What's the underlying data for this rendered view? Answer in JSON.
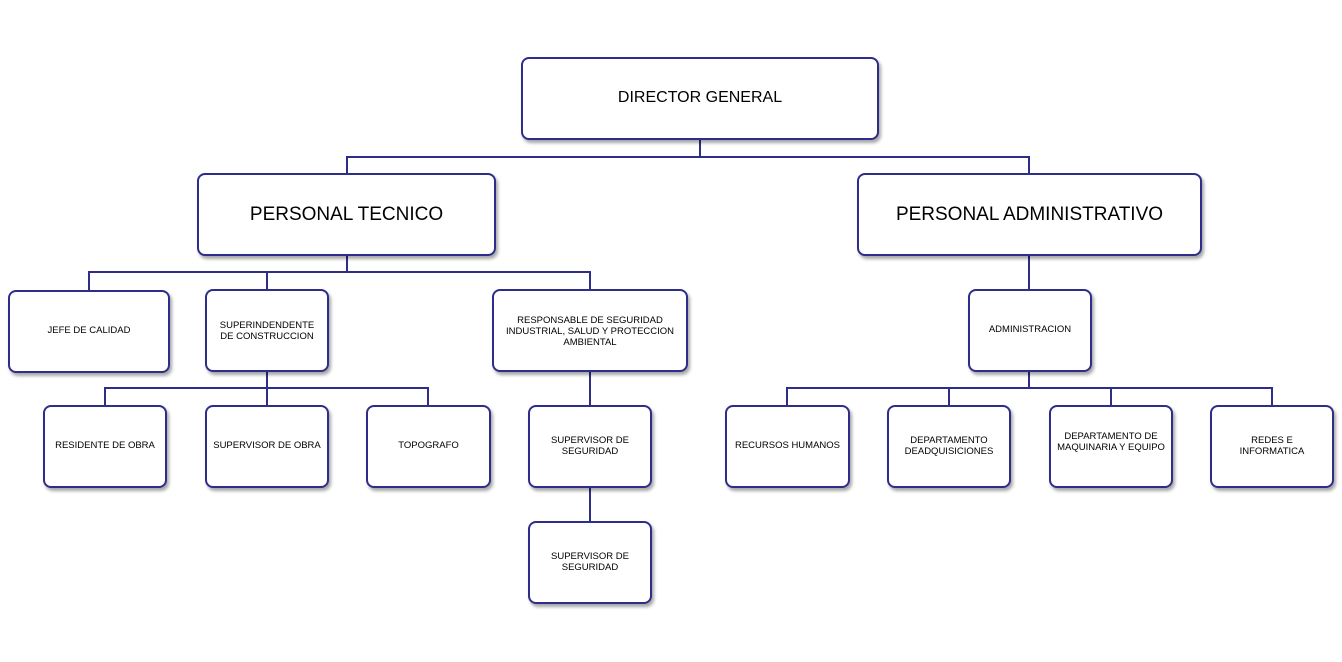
{
  "colors": {
    "line": "#2e2e8a",
    "box_border": "#2e2e8a",
    "box_fill": "#ffffff"
  },
  "nodes": {
    "director_general": "DIRECTOR GENERAL",
    "personal_tecnico": "PERSONAL TECNICO",
    "personal_administrativo": "PERSONAL ADMINISTRATIVO",
    "jefe_calidad": "JEFE DE CALIDAD",
    "superintendente": "SUPERINDENDENTE DE CONSTRUCCION",
    "responsable_seguridad": "RESPONSABLE DE SEGURIDAD INDUSTRIAL, SALUD Y PROTECCION AMBIENTAL",
    "administracion": "ADMINISTRACION",
    "residente_obra": "RESIDENTE DE OBRA",
    "supervisor_obra": "SUPERVISOR DE OBRA",
    "topografo": "TOPOGRAFO",
    "supervisor_seguridad_1": "SUPERVISOR DE SEGURIDAD",
    "supervisor_seguridad_2": "SUPERVISOR DE SEGURIDAD",
    "recursos_humanos": "RECURSOS HUMANOS",
    "depto_adquisiciones": "DEPARTAMENTO DEADQUISICIONES",
    "depto_maquinaria": "DEPARTAMENTO DE MAQUINARIA Y EQUIPO",
    "redes_informatica": "REDES E INFORMATICA"
  },
  "edges": [
    [
      "director_general",
      "personal_tecnico"
    ],
    [
      "director_general",
      "personal_administrativo"
    ],
    [
      "personal_tecnico",
      "jefe_calidad"
    ],
    [
      "personal_tecnico",
      "superintendente"
    ],
    [
      "personal_tecnico",
      "responsable_seguridad"
    ],
    [
      "superintendente",
      "residente_obra"
    ],
    [
      "superintendente",
      "supervisor_obra"
    ],
    [
      "superintendente",
      "topografo"
    ],
    [
      "responsable_seguridad",
      "supervisor_seguridad_1"
    ],
    [
      "supervisor_seguridad_1",
      "supervisor_seguridad_2"
    ],
    [
      "personal_administrativo",
      "administracion"
    ],
    [
      "administracion",
      "recursos_humanos"
    ],
    [
      "administracion",
      "depto_adquisiciones"
    ],
    [
      "administracion",
      "depto_maquinaria"
    ],
    [
      "administracion",
      "redes_informatica"
    ]
  ]
}
